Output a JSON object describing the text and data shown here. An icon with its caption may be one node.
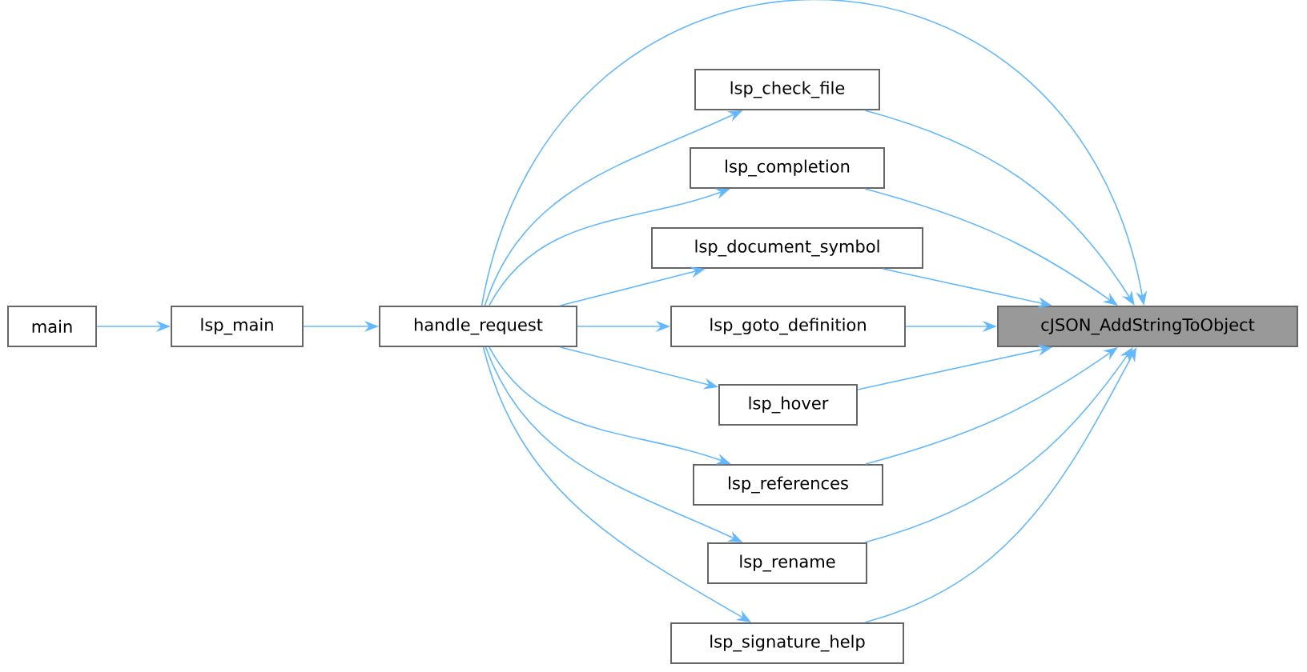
{
  "diagram": {
    "nodes": [
      {
        "text": [
          "main"
        ]
      },
      {
        "text": [
          "lsp_main"
        ]
      },
      {
        "text": [
          "handle_request"
        ]
      },
      {
        "text": [
          "lsp_check_file"
        ]
      },
      {
        "text": [
          "lsp_completion"
        ]
      },
      {
        "text": [
          "lsp_document_symbol"
        ]
      },
      {
        "text": [
          "lsp_goto_definition"
        ]
      },
      {
        "text": [
          "lsp_hover"
        ]
      },
      {
        "text": [
          "lsp_references"
        ]
      },
      {
        "text": [
          "lsp_rename"
        ]
      },
      {
        "text": [
          "lsp_signature_help"
        ]
      },
      {
        "text": [
          "cJSON_AddStringToObject"
        ]
      }
    ],
    "edges": [
      {
        "from": 0,
        "to": 1,
        "arrow": "to"
      },
      {
        "from": 1,
        "to": 2,
        "arrow": "to"
      },
      {
        "from": 2,
        "to": 11,
        "arrow": "to"
      },
      {
        "from": 2,
        "to": 3,
        "arrow": "to"
      },
      {
        "from": 2,
        "to": 4,
        "arrow": "to"
      },
      {
        "from": 2,
        "to": 5,
        "arrow": "to"
      },
      {
        "from": 2,
        "to": 6,
        "arrow": "to"
      },
      {
        "from": 2,
        "to": 7,
        "arrow": "to"
      },
      {
        "from": 2,
        "to": 8,
        "arrow": "to"
      },
      {
        "from": 2,
        "to": 9,
        "arrow": "to"
      },
      {
        "from": 2,
        "to": 10,
        "arrow": "to"
      },
      {
        "from": 3,
        "to": 11,
        "arrow": "to"
      },
      {
        "from": 4,
        "to": 11,
        "arrow": "to"
      },
      {
        "from": 5,
        "to": 11,
        "arrow": "to"
      },
      {
        "from": 6,
        "to": 11,
        "arrow": "to"
      },
      {
        "from": 7,
        "to": 11,
        "arrow": "to"
      },
      {
        "from": 8,
        "to": 11,
        "arrow": "to"
      },
      {
        "from": 9,
        "to": 11,
        "arrow": "to"
      },
      {
        "from": 10,
        "to": 11,
        "arrow": "to"
      }
    ]
  }
}
